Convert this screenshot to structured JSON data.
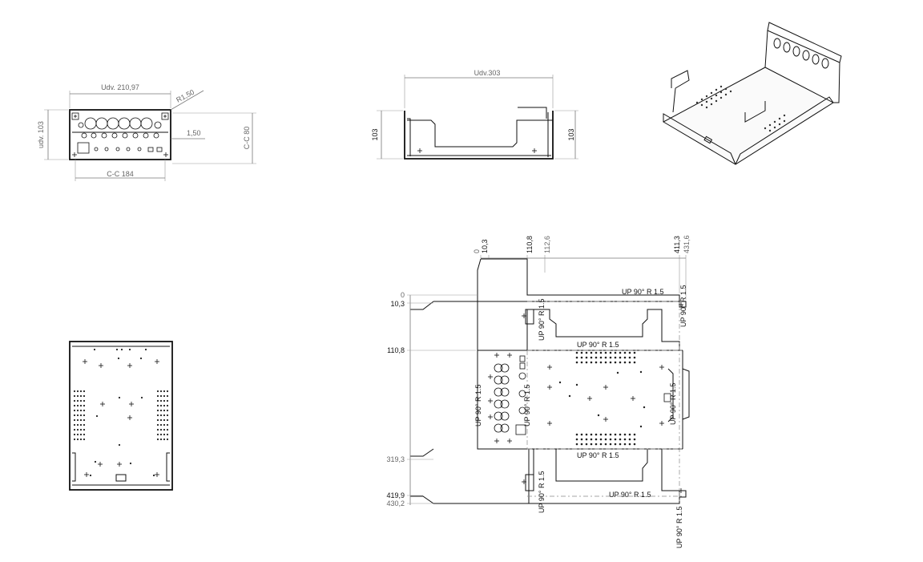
{
  "front_view": {
    "width_label": "Udv. 210,97",
    "radius_label": "R1,50",
    "thickness_label": "1,50",
    "height_label": "udv. 103",
    "cc_vertical_label": "C-C 80",
    "cc_horizontal_label": "C-C 184"
  },
  "side_view": {
    "width_label": "Udv.303",
    "left_height_label": "103",
    "right_height_label": "103"
  },
  "flat_pattern": {
    "top_dims": [
      "0",
      "10,3",
      "110,8",
      "112,6",
      "411,3",
      "431,6"
    ],
    "left_dims": [
      "0",
      "10,3",
      "110,8",
      "319,3",
      "419,9",
      "430,2"
    ],
    "bend_notes": {
      "top_right": "UP  90°  R 1.5",
      "top_mid": "UP  90°  R 1.5",
      "bottom_mid": "UP  90°  R 1.5",
      "bottom_right": "UP  90°  R 1.5",
      "left_vertical": "UP  90°  R 1.5",
      "mid_vertical": "UP  90°  R 1.5",
      "upper_flange_vertical": "UP  90°  R 1.5",
      "lower_flange_vertical": "UP  90°  R 1.5",
      "right_vertical": "UP  90°  R 1.5",
      "right_top_vertical": "UP  90°  R 1.5",
      "right_bottom_vertical": "UP  90°  R 1.5"
    }
  },
  "icons": [
    "isometric-view-icon"
  ]
}
